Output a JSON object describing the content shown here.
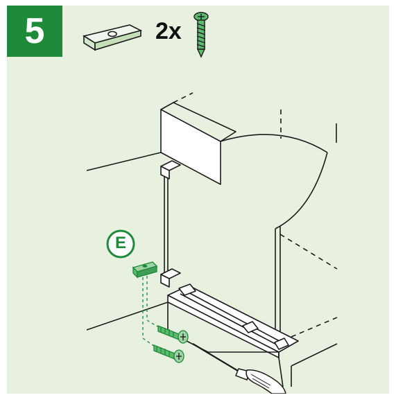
{
  "step": {
    "number": "5"
  },
  "parts_header": {
    "quantity": "2x",
    "part_icon": "bracket-icon",
    "screw_icon": "screw-icon"
  },
  "callout": {
    "letter": "E"
  },
  "colors": {
    "accent": "#1e8a3a",
    "background": "#e8f1e0",
    "line": "#1a1a1a",
    "part_fill": "#5cba6e"
  }
}
